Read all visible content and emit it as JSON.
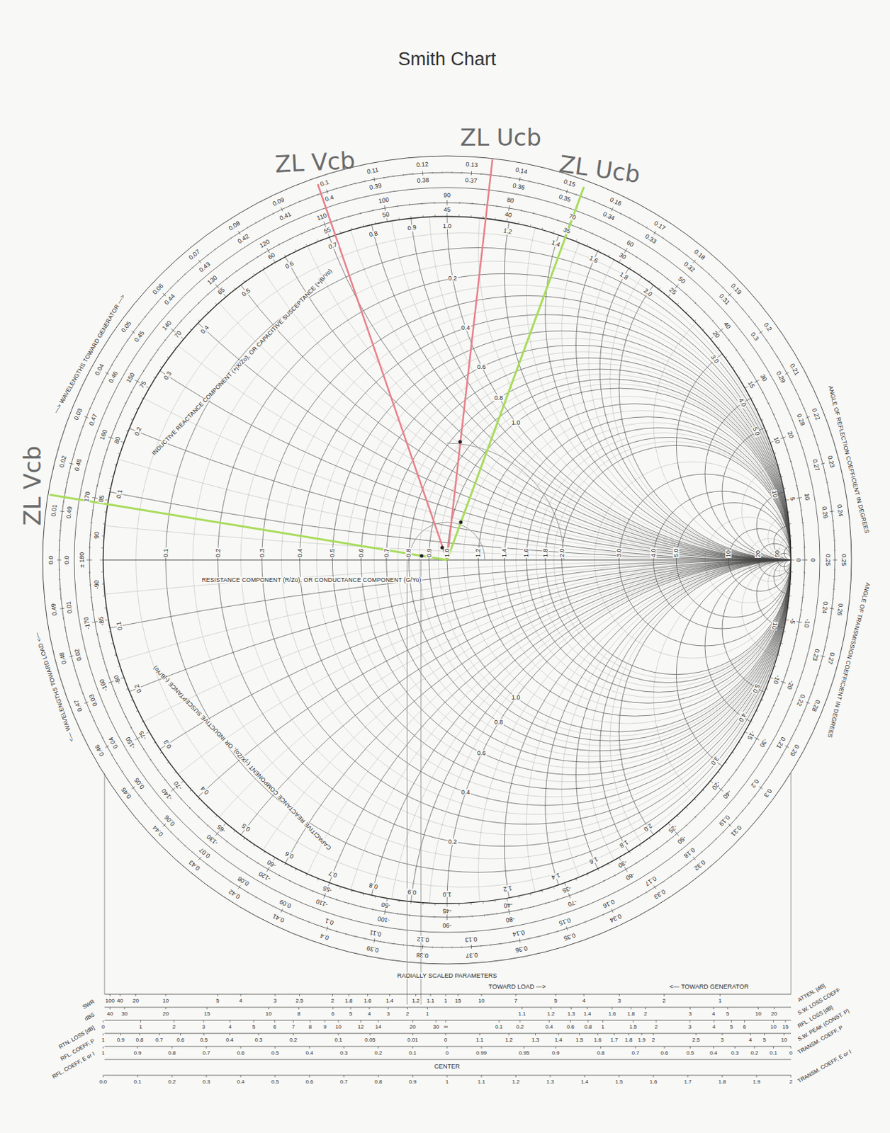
{
  "diagram": {
    "title": "Smith Chart",
    "labels": [
      "ZL Vcb",
      "ZL Ucb",
      "ZL Ucb",
      "ZL Vcb",
      "—> WAVELENGTHS TOWARD GENERATOR —>",
      "<— WAVELENGTHS TOWARD LOAD <—",
      "ANGLE OF REFLECTION COEFFICIENT IN DEGREES",
      "ANGLE OF TRANSMISSION COEFFICIENT IN DEGREES",
      "INDUCTIVE REACTANCE COMPONENT (+jX/Zo), OR CAPACITIVE SUSCEPTANCE (+jB/Yo)",
      "CAPACITIVE REACTANCE COMPONENT (-jX/Zo), OR INDUCTIVE SUSCEPTANCE (-jB/Yo)",
      "RESISTANCE COMPONENT (R/Zo), OR CONDUCTANCE COMPONENT (G/Yo)",
      "0.1",
      "0.2",
      "0.3",
      "0.4",
      "0.5",
      "0.6",
      "0.7",
      "0.8",
      "0.9",
      "1.0",
      "1.2",
      "1.4",
      "1.6",
      "1.8",
      "2.0",
      "3.0",
      "4.0",
      "5.0",
      "10",
      "20",
      "50",
      "0.2",
      "0.4",
      "0.6",
      "0.8",
      "1.0",
      "0.2",
      "0.4",
      "0.6",
      "0.8",
      "1.0",
      "0.1",
      "0.2",
      "0.3",
      "0.4",
      "0.5",
      "0.6",
      "0.7",
      "0.8",
      "0.9",
      "1.0",
      "1.2",
      "1.4",
      "1.6",
      "1.8",
      "2.0",
      "3.0",
      "4.0",
      "5.0",
      "10",
      "0.1",
      "0.2",
      "0.3",
      "0.4",
      "0.5",
      "0.6",
      "0.7",
      "0.8",
      "0.9",
      "1.0",
      "1.2",
      "1.4",
      "1.6",
      "1.8",
      "2.0",
      "3.0",
      "4.0",
      "5.0",
      "10",
      "0.0",
      "0.01",
      "0.02",
      "0.03",
      "0.04",
      "0.05",
      "0.06",
      "0.07",
      "0.08",
      "0.09",
      "0.1",
      "0.11",
      "0.12",
      "0.13",
      "0.14",
      "0.15",
      "0.16",
      "0.17",
      "0.18",
      "0.19",
      "0.2",
      "0.21",
      "0.22",
      "0.23",
      "0.24",
      "0.25",
      "0.26",
      "0.27",
      "0.28",
      "0.29",
      "0.3",
      "0.31",
      "0.32",
      "0.33",
      "0.34",
      "0.35",
      "0.36",
      "0.37",
      "0.38",
      "0.39",
      "0.4",
      "0.41",
      "0.42",
      "0.43",
      "0.44",
      "0.45",
      "0.46",
      "0.47",
      "0.48",
      "0.49",
      "0.0",
      "0.49",
      "0.48",
      "0.47",
      "0.46",
      "0.45",
      "0.44",
      "0.43",
      "0.42",
      "0.41",
      "0.4",
      "0.39",
      "0.38",
      "0.37",
      "0.36",
      "0.35",
      "0.34",
      "0.33",
      "0.32",
      "0.31",
      "0.3",
      "0.29",
      "0.28",
      "0.27",
      "0.26",
      "0.25",
      "0.24",
      "0.23",
      "0.22",
      "0.21",
      "0.2",
      "0.19",
      "0.18",
      "0.17",
      "0.16",
      "0.15",
      "0.14",
      "0.13",
      "0.12",
      "0.11",
      "0.1",
      "0.09",
      "0.08",
      "0.07",
      "0.06",
      "0.05",
      "0.04",
      "0.03",
      "0.02",
      "0.01",
      "± 180",
      "170",
      "160",
      "150",
      "140",
      "130",
      "120",
      "110",
      "100",
      "90",
      "80",
      "70",
      "60",
      "50",
      "40",
      "30",
      "20",
      "10",
      "0",
      "-10",
      "-20",
      "-30",
      "-40",
      "-50",
      "-60",
      "-70",
      "-80",
      "-90",
      "-100",
      "-110",
      "-120",
      "-130",
      "-140",
      "-150",
      "-160",
      "-170",
      "90",
      "85",
      "80",
      "75",
      "70",
      "65",
      "60",
      "55",
      "50",
      "45",
      "40",
      "35",
      "30",
      "25",
      "20",
      "15",
      "10",
      "5",
      "0",
      "-5",
      "-10",
      "-15",
      "-20",
      "-25",
      "-30",
      "-35",
      "-40",
      "-45",
      "-50",
      "-55",
      "-60",
      "-65",
      "-70",
      "-75",
      "-80",
      "-85",
      "-90",
      "RADIALLY SCALED PARAMETERS",
      "TOWARD LOAD —>",
      "<— TOWARD GENERATOR",
      "CENTER",
      "SWR",
      "dBS",
      "RTN. LOSS [dB]",
      "RFL. COEFF, P",
      "RFL. COEFF, E or I",
      "ATTEN. [dB]",
      "S.W. LOSS COEFF",
      "RFL. LOSS [dB]",
      "S.W. PEAK (CONST. P)",
      "TRANSM. COEFF, P",
      "TRANSM. COEFF, E or I",
      "100",
      "40",
      "20",
      "10",
      "5",
      "4",
      "3",
      "2.5",
      "2",
      "1.8",
      "1.6",
      "1.4",
      "1.2",
      "1.1",
      "1",
      "15",
      "10",
      "7",
      "5",
      "4",
      "3",
      "2",
      "1",
      "40",
      "30",
      "20",
      "15",
      "10",
      "8",
      "6",
      "5",
      "4",
      "3",
      "2",
      "1",
      "1.1",
      "1.2",
      "1.3",
      "1.4",
      "1.6",
      "1.8",
      "2",
      "3",
      "4",
      "5",
      "10",
      "20",
      "0",
      "1",
      "2",
      "3",
      "4",
      "5",
      "6",
      "7",
      "8",
      "9",
      "10",
      "12",
      "14",
      "20",
      "30",
      "∞",
      "0.1",
      "0.2",
      "0.4",
      "0.6",
      "0.8",
      "1",
      "1.5",
      "2",
      "3",
      "4",
      "5",
      "6",
      "10",
      "15",
      "1",
      "0.9",
      "0.8",
      "0.7",
      "0.6",
      "0.5",
      "0.4",
      "0.3",
      "0.2",
      "0.1",
      "0.05",
      "0.01",
      "0",
      "1.1",
      "1.2",
      "1.3",
      "1.4",
      "1.5",
      "1.6",
      "1.7",
      "1.8",
      "1.9",
      "2",
      "2.5",
      "3",
      "4",
      "5",
      "10",
      "1",
      "0.9",
      "0.8",
      "0.7",
      "0.6",
      "0.5",
      "0.4",
      "0.3",
      "0.2",
      "0.1",
      "0",
      "0.99",
      "0.95",
      "0.9",
      "0.8",
      "0.7",
      "0.6",
      "0.5",
      "0.4",
      "0.3",
      "0.2",
      "0.1",
      "0",
      "0.0",
      "0.1",
      "0.2",
      "0.3",
      "0.4",
      "0.5",
      "0.6",
      "0.7",
      "0.8",
      "0.9",
      "1",
      "1.1",
      "1.2",
      "1.3",
      "1.4",
      "1.5",
      "1.6",
      "1.7",
      "1.8",
      "1.9",
      "2"
    ]
  }
}
